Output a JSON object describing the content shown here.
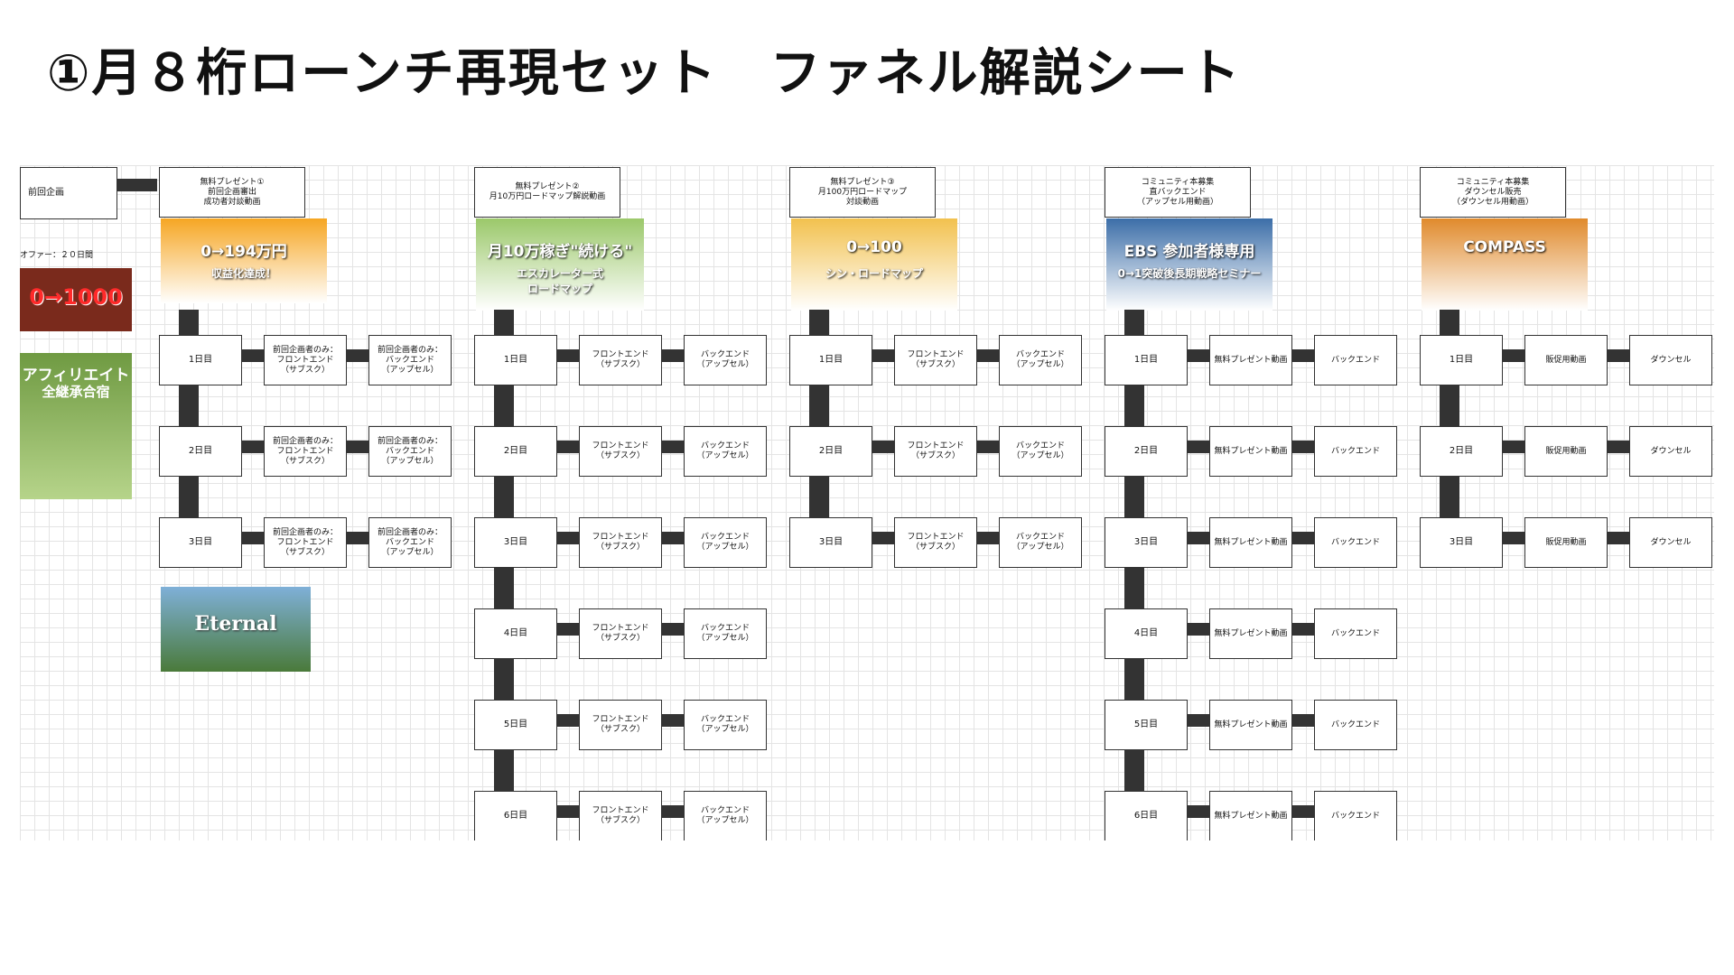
{
  "title": "①月８桁ローンチ再現セット　ファネル解説シート",
  "previous": {
    "box_label": "前回企画",
    "offer_label": "オファー：２０日間",
    "thumb1_text": "0→1000",
    "thumb2_title": "アフィリエイト",
    "thumb2_sub": "全継承合宿"
  },
  "columns": [
    {
      "header": "無料プレゼント①\n前回企画審出\n成功者対談動画",
      "thumb_title": "0→194万円",
      "thumb_sub": "収益化達成！",
      "days": [
        "1日目",
        "2日目",
        "3日目"
      ],
      "front": "前回企画者のみ：\nフロントエンド\n（サブスク）",
      "back": "前回企画者のみ：\nバックエンド\n（アップセル）",
      "extra_thumb_title": "Eternal"
    },
    {
      "header": "無料プレゼント②\n月10万円ロードマップ解説動画",
      "thumb_title": "月10万稼ぎ\"続ける\"",
      "thumb_sub": "エスカレーター式\nロードマップ",
      "days": [
        "1日目",
        "2日目",
        "3日目",
        "4日目",
        "5日目",
        "6日目"
      ],
      "front": "フロントエンド\n（サブスク）",
      "back": "バックエンド\n（アップセル）"
    },
    {
      "header": "無料プレゼント③\n月100万円ロードマップ\n対談動画",
      "thumb_title": "0→100",
      "thumb_sub": "シン・ロードマップ",
      "days": [
        "1日目",
        "2日目",
        "3日目"
      ],
      "front": "フロントエンド\n（サブスク）",
      "back": "バックエンド\n（アップセル）"
    },
    {
      "header": "コミュニティ本募集\n直バックエンド\n（アップセル用動画）",
      "thumb_title": "EBS 参加者様専用",
      "thumb_sub": "0→1突破後長期戦略セミナー",
      "days": [
        "1日目",
        "2日目",
        "3日目",
        "4日目",
        "5日目",
        "6日目"
      ],
      "front": "無料プレゼント動画",
      "back": "バックエンド"
    },
    {
      "header": "コミュニティ本募集\nダウンセル販売\n（ダウンセル用動画）",
      "thumb_title": "COMPASS",
      "thumb_sub": "",
      "days": [
        "1日目",
        "2日目",
        "3日目"
      ],
      "front": "販促用動画",
      "back": "ダウンセル"
    }
  ],
  "colors": {
    "connector": "#333333",
    "grid": "#e4e4e4",
    "border": "#333333"
  },
  "thumb_colors": [
    "#f6a623",
    "#9bc86a",
    "#f2c14e",
    "#3c6ea8",
    "#e08a2c"
  ]
}
